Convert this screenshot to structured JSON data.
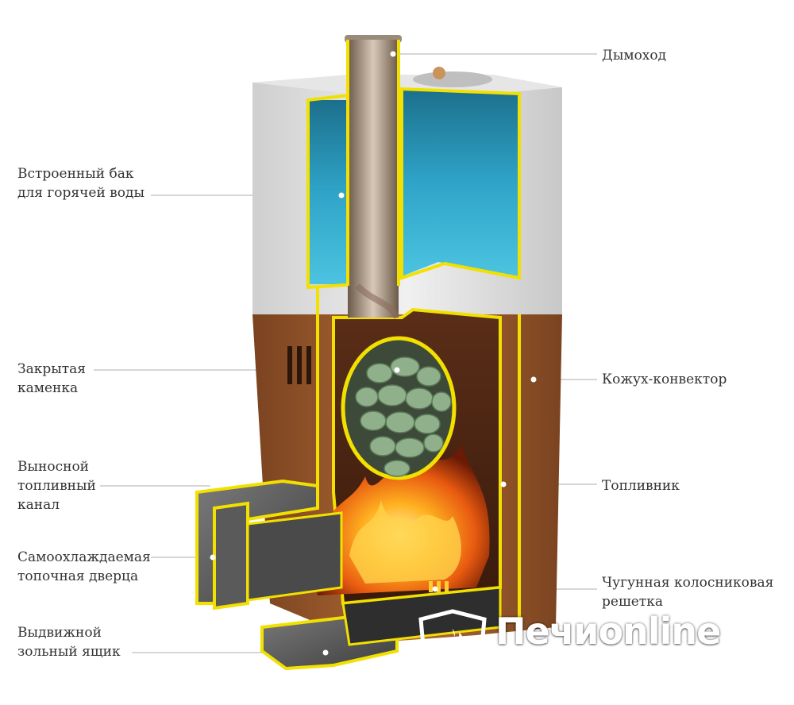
{
  "labels": {
    "chimney": [
      "Дымоход"
    ],
    "tank": [
      "Встроенный бак",
      "для горячей воды"
    ],
    "stones": [
      "Закрытая",
      "каменка"
    ],
    "convector": [
      "Кожух-конвектор"
    ],
    "channel": [
      "Выносной",
      "топливный",
      "канал"
    ],
    "firebox": [
      "Топливник"
    ],
    "door": [
      "Самоохлаждаемая",
      "топочная дверца"
    ],
    "grate": [
      "Чугунная колосниковая",
      "решетка"
    ],
    "ash": [
      "Выдвижной",
      "зольный ящик"
    ]
  },
  "brand": {
    "name": "Печиonline"
  },
  "colors": {
    "outline": "#f2e000",
    "water": "#2fa4c8",
    "metal_light": "#d9d9d9",
    "casing": "#9a5a2c",
    "fire": "#f07a12",
    "stones": "#8fb08a",
    "leader": "#bdbdbd"
  }
}
